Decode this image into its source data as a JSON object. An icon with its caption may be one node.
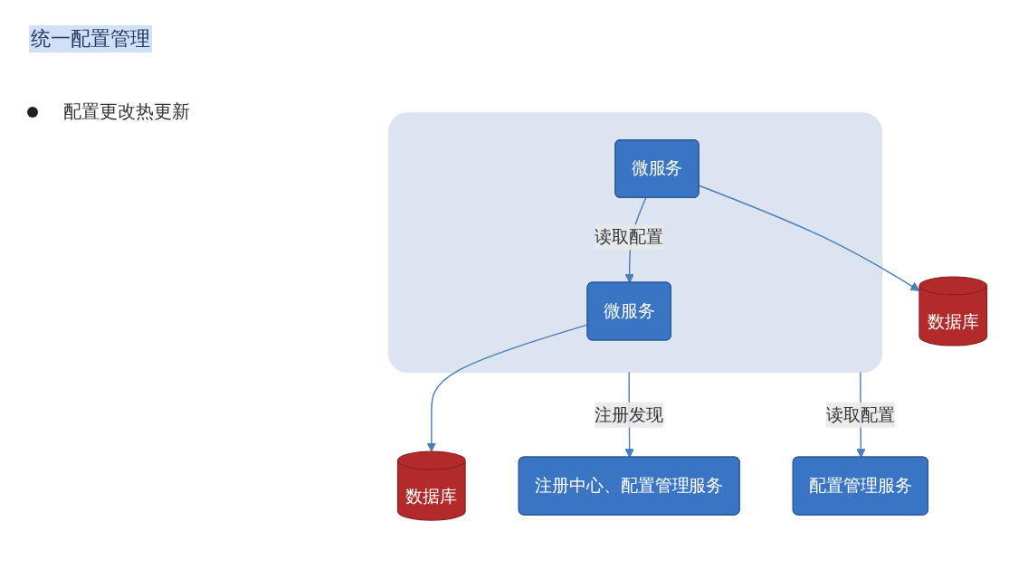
{
  "diagram": {
    "title": "统一配置管理",
    "nodes": [
      {
        "text": [
          "注册中心、配置管理服务"
        ]
      },
      {
        "text": [],
        "shape": "box"
      },
      {
        "text": [
          "微服务"
        ],
        "in": 1
      },
      {
        "text": [
          "微服务"
        ],
        "in": 1
      },
      {
        "text": [
          "数据库"
        ]
      },
      {
        "text": [
          "数据库"
        ]
      },
      {
        "text": [
          "配置管理服务"
        ]
      }
    ],
    "edges": [
      {
        "from": 1,
        "to": 0,
        "arrow": "to",
        "label": "注册发现"
      },
      {
        "from": 3,
        "to": 2,
        "arrow": "to",
        "label": "读取配置"
      },
      {
        "from": 2,
        "to": 4,
        "arrow": "to"
      },
      {
        "from": 3,
        "to": 5,
        "arrow": "to"
      },
      {
        "from": 1,
        "to": 6,
        "arrow": "to",
        "label": "读取配置"
      }
    ],
    "labels": [
      "配置更改热更新"
    ]
  }
}
